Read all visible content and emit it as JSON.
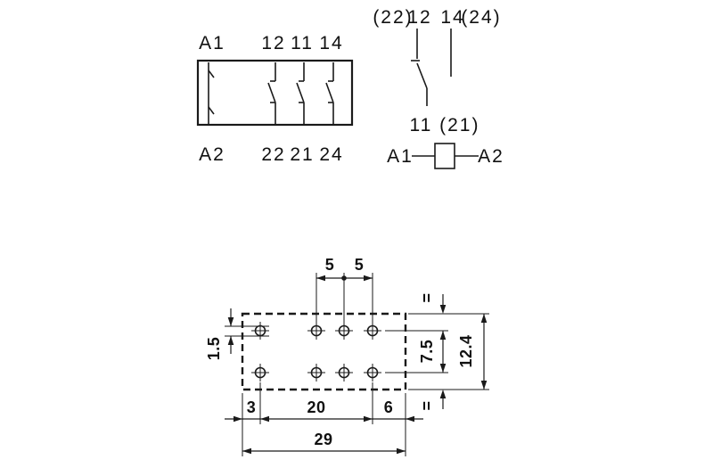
{
  "wiring_diagram": {
    "top_terminals": [
      "A1",
      "12",
      "11",
      "14"
    ],
    "bottom_terminals": [
      "A2",
      "22",
      "21",
      "24"
    ]
  },
  "schematic": {
    "contact_top_labels": [
      "(22)",
      "12",
      "14",
      "(24)"
    ],
    "common_label": "11 (21)",
    "coil_terminal_left": "A1",
    "coil_terminal_right": "A2"
  },
  "footprint": {
    "pin_pitch_left": "5",
    "pin_pitch_right": "5",
    "pin_offset": "1.5",
    "row_spacing": "7.5",
    "body_height": "12.4",
    "edge_to_pin": "3",
    "pin_span": "20",
    "pin_to_edge": "6",
    "body_width": "29",
    "equal_top": "=",
    "equal_bottom": "="
  },
  "colors": {
    "ink": "#1a1a1a",
    "background": "#ffffff"
  }
}
